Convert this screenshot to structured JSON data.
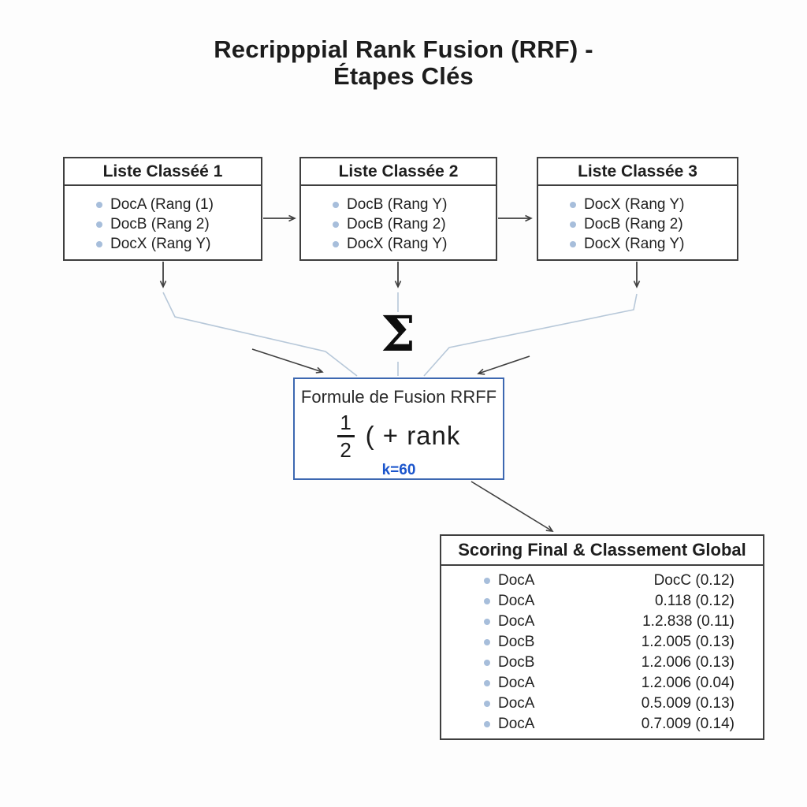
{
  "title": {
    "line1": "Recripppial Rank Fusion (RRF) -",
    "line2": "Étapes Clés"
  },
  "lists": [
    {
      "header": "Liste Classéé 1",
      "items": [
        "DocA (Rang (1)",
        "DocB (Rang 2)",
        "DocX (Rang Y)"
      ]
    },
    {
      "header": "Liste Classée 2",
      "items": [
        "DocB (Rang Y)",
        "DocB (Rang 2)",
        "DocX (Rang Y)"
      ]
    },
    {
      "header": "Liste Classée 3",
      "items": [
        "DocX (Rang Y)",
        "DocB (Rang 2)",
        "DocX (Rang Y)"
      ]
    }
  ],
  "sigma": "Σ",
  "formula": {
    "title": "Formule de Fusion RRFF",
    "fraction_numerator": "1",
    "fraction_denominator": "2",
    "expression": "( + rank",
    "k_constant": "k=60"
  },
  "scoring": {
    "header": "Scoring Final & Classement Global",
    "rows": [
      {
        "doc": "DocA",
        "value": "DocC (0.12)"
      },
      {
        "doc": "DocA",
        "value": "0.118 (0.12)"
      },
      {
        "doc": "DocA",
        "value": "1.2.838 (0.11)"
      },
      {
        "doc": "DocB",
        "value": "1.2.005 (0.13)"
      },
      {
        "doc": "DocB",
        "value": "1.2.006 (0.13)"
      },
      {
        "doc": "DocA",
        "value": "1.2.006 (0.04)"
      },
      {
        "doc": "DocA",
        "value": "0.5.009 (0.13)"
      },
      {
        "doc": "DocA",
        "value": "0.7.009 (0.14)"
      }
    ]
  },
  "colors": {
    "dark_line": "#3f3f3f",
    "light_line": "#b7c8d9",
    "bullet": "#a7bedb",
    "formula_border": "#3d68b1",
    "k_text": "#1b55cc"
  }
}
